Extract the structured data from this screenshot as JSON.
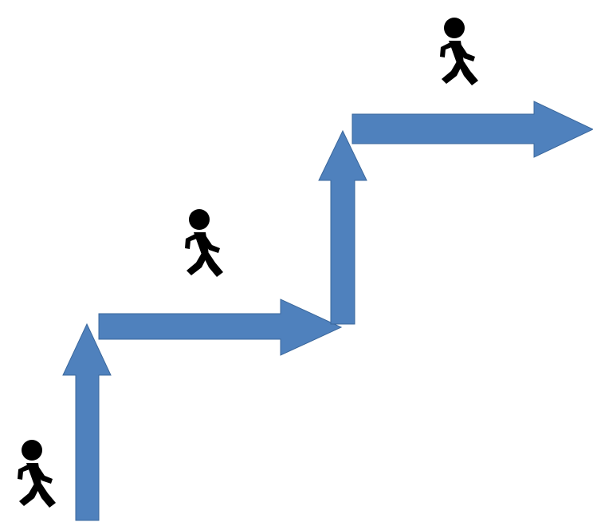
{
  "diagram": {
    "arrow_fill": "#4F81BD",
    "arrow_stroke": "#3A679C",
    "figure_color": "#000000",
    "background": "#FFFFFF",
    "arrows": [
      {
        "direction": "up",
        "step": 1
      },
      {
        "direction": "right",
        "step": 1
      },
      {
        "direction": "up",
        "step": 2
      },
      {
        "direction": "right",
        "step": 2
      }
    ],
    "figures": [
      {
        "icon": "walking-person-icon",
        "step": 0
      },
      {
        "icon": "walking-person-icon",
        "step": 1
      },
      {
        "icon": "walking-person-icon",
        "step": 2
      }
    ]
  }
}
